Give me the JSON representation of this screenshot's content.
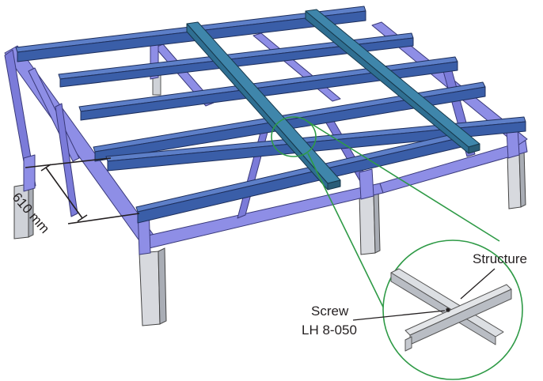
{
  "labels": {
    "spacing": "610 mm",
    "structure": "Structure",
    "screw_line1": "Screw",
    "screw_line2": "LH 8-050"
  },
  "colors": {
    "truss": "#8e8ee6",
    "truss_dark": "#6b6bcf",
    "purlin": "#3a5ea8",
    "purlin_dark": "#2a4580",
    "channel": "#2f6f92",
    "post": "#cfd2d8",
    "callout": "#2e9a46",
    "text": "#231f20"
  }
}
